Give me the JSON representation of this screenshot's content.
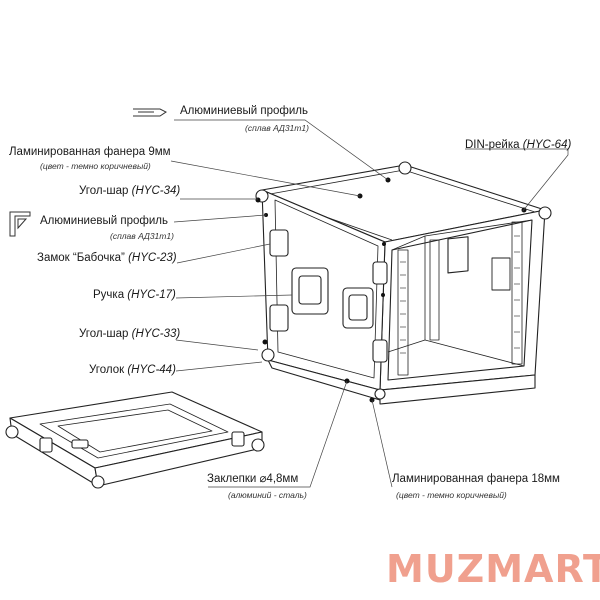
{
  "labels": {
    "alu_profile_top": {
      "main": "Алюминиевый профиль",
      "sub": "(сплав АД31т1)"
    },
    "plywood_9": {
      "main": "Ламинированная фанера 9мм",
      "sub": "(цвет - темно коричневый)"
    },
    "corner_ball_34": {
      "main": "Угол-шар",
      "code": "(HYC-34)"
    },
    "alu_profile_side": {
      "main": "Алюминиевый профиль",
      "sub": "(сплав АД31т1)"
    },
    "latch": {
      "main": "Замок “Бабочка”",
      "code": "(HYC-23)"
    },
    "handle": {
      "main": "Ручка",
      "code": "(HYC-17)"
    },
    "corner_ball_33": {
      "main": "Угол-шар",
      "code": "(HYC-33)"
    },
    "corner_44": {
      "main": "Уголок",
      "code": "(HYC-44)"
    },
    "din_rail": {
      "main": "DIN-рейка",
      "code": "(HYC-64)"
    },
    "rivets": {
      "main": "Заклепки",
      "size": "⌀4,8мм",
      "sub": "(алюминий - сталь)"
    },
    "plywood_18": {
      "main": "Ламинированная фанера 18мм",
      "sub": "(цвет - темно коричневый)"
    }
  },
  "brand": {
    "text": "MUZMART",
    "color": "#f0a08e"
  }
}
